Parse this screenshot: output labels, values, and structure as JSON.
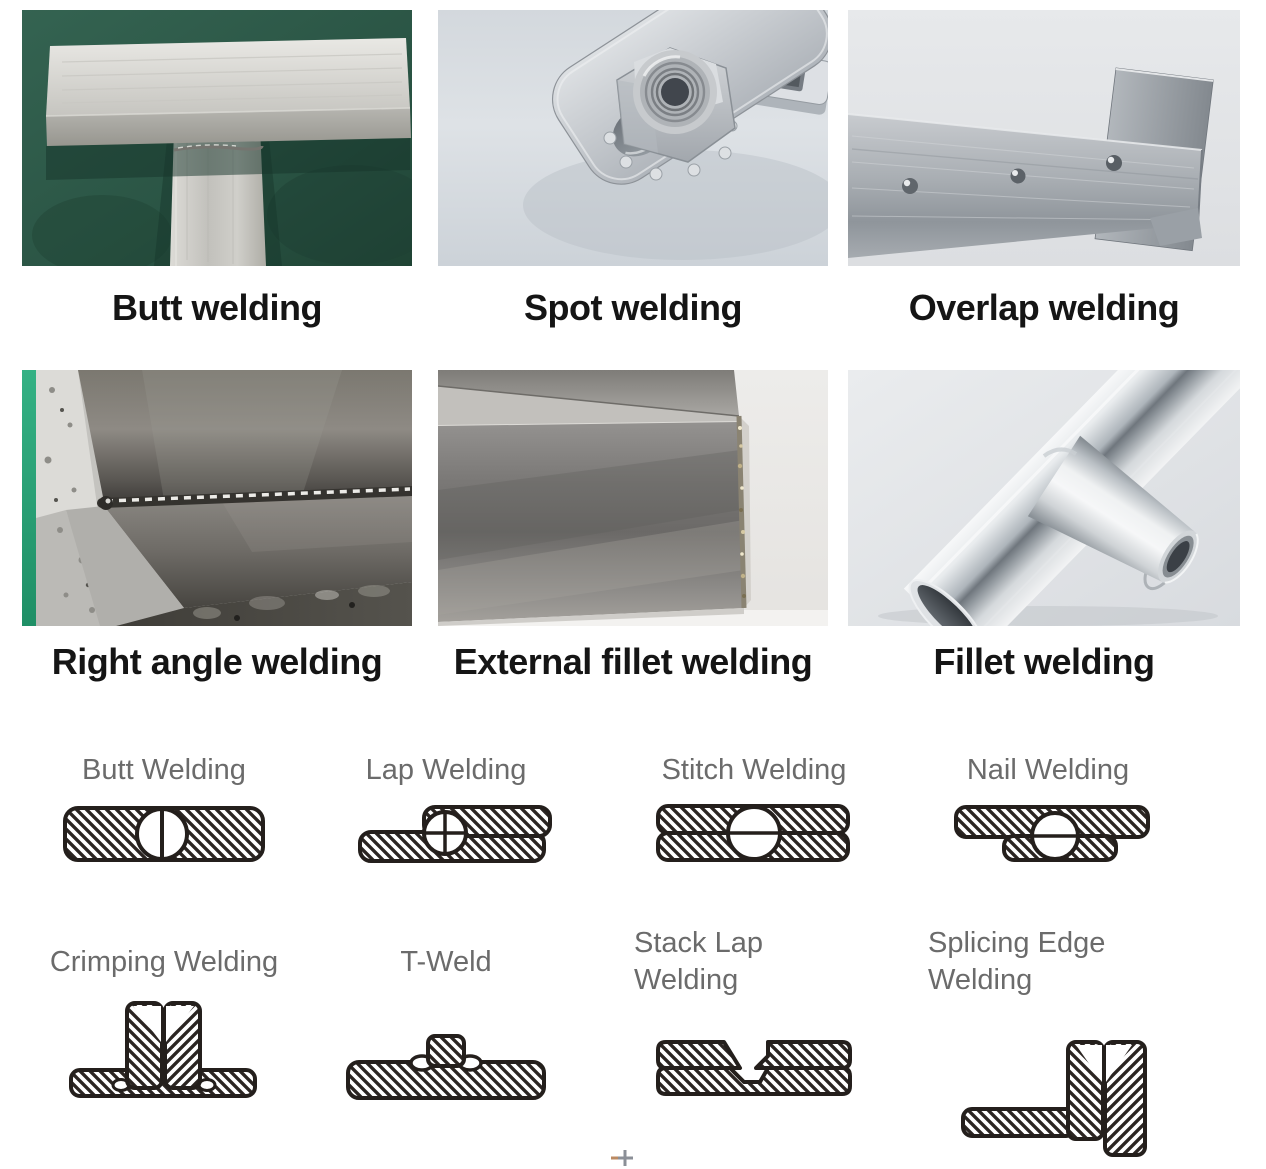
{
  "photos": [
    {
      "label": "Butt welding"
    },
    {
      "label": "Spot welding"
    },
    {
      "label": "Overlap welding"
    },
    {
      "label": "Right angle welding"
    },
    {
      "label": "External fillet welding"
    },
    {
      "label": "Fillet welding"
    }
  ],
  "diagrams": [
    {
      "label": "Butt Welding"
    },
    {
      "label": "Lap Welding"
    },
    {
      "label": "Stitch Welding"
    },
    {
      "label": "Nail Welding"
    },
    {
      "label": "Crimping Welding"
    },
    {
      "label": "T-Weld"
    },
    {
      "label": "Stack Lap Welding"
    },
    {
      "label": "Splicing Edge Welding"
    }
  ],
  "colors": {
    "page_bg": "#ffffff",
    "caption_text": "#151515",
    "diagram_label_text": "#6b6b6b",
    "hatch_ink": "#241f1c",
    "photo1_green_bg": "#2a5444",
    "photo4_green_strip": "#2da374",
    "metal_light": "#d8dbdf",
    "metal_dark": "#6e6c67"
  },
  "watermark": {
    "glyph": "+"
  }
}
